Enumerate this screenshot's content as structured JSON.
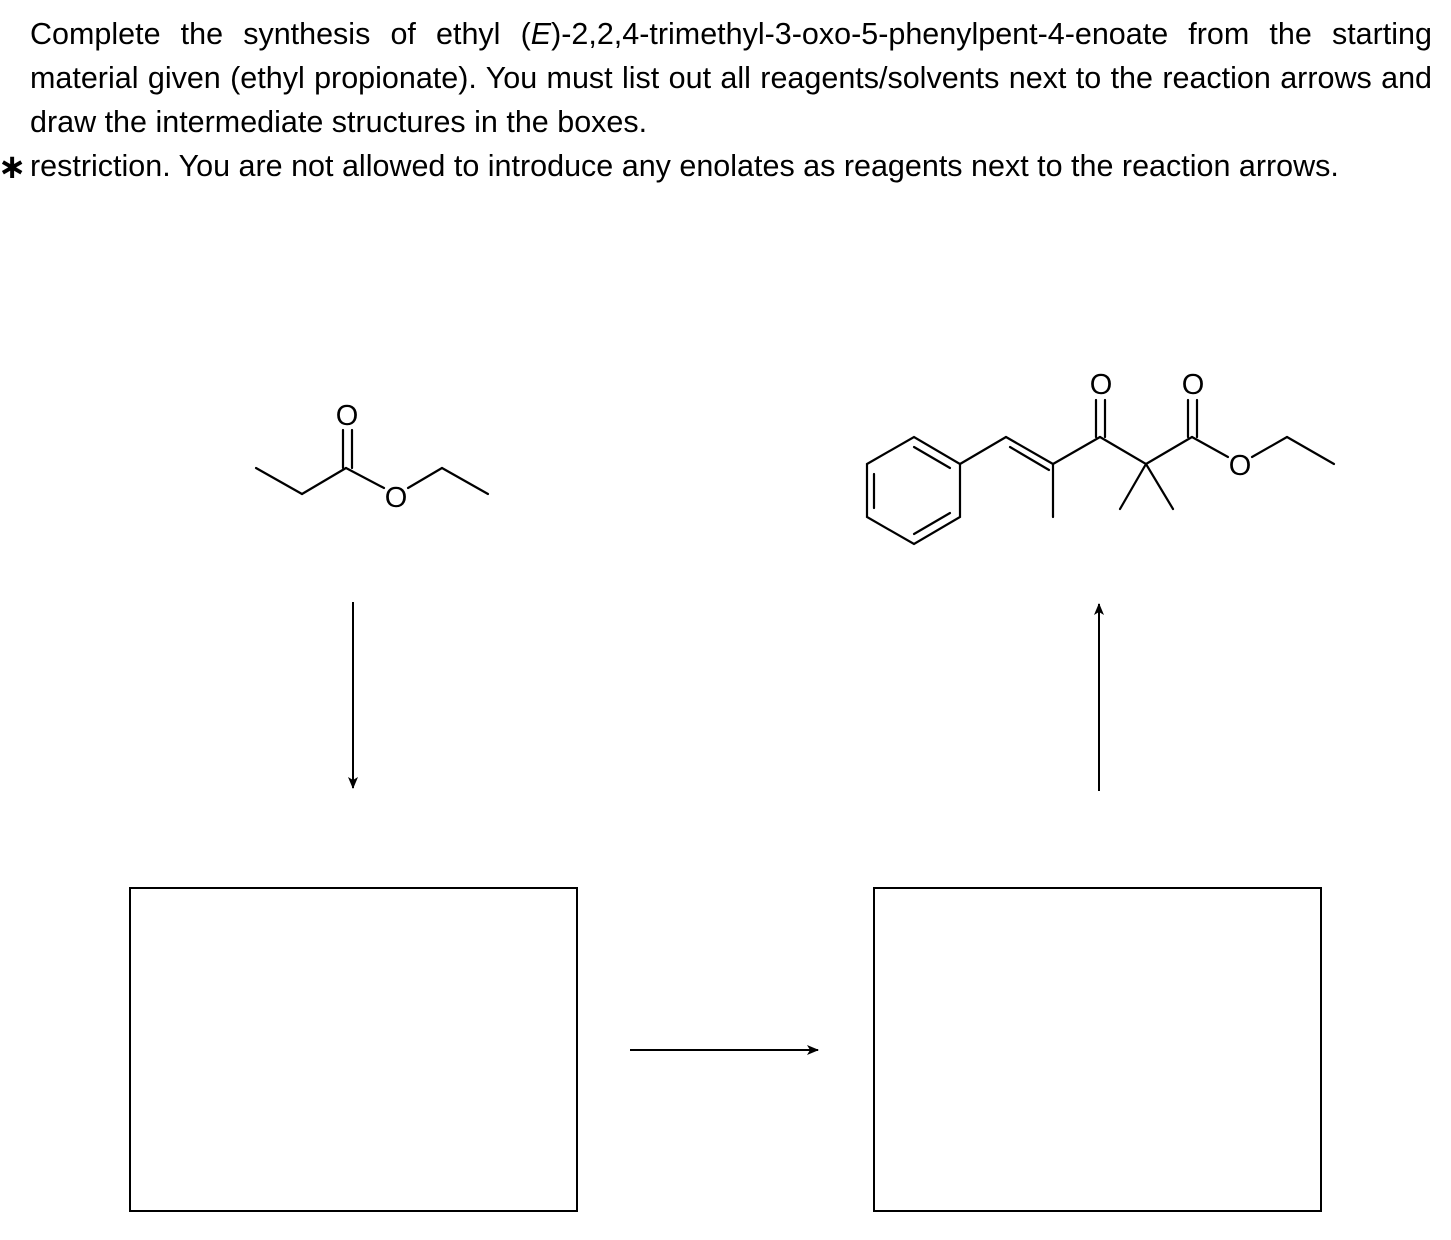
{
  "question": {
    "intro_pre": "Complete the synthesis of ethyl (",
    "intro_italic": "E",
    "intro_post": ")-2,2,4-trimethyl-3-oxo-5-phenylpent-4-enoate from the starting material given (ethyl propionate). You must list out all reagents/solvents next to the reaction arrows and draw the intermediate structures in the boxes.",
    "asterisk": "∗",
    "restriction": "restriction. You are not allowed to introduce any enolates as reagents next to the reaction arrows."
  },
  "structures": {
    "starting_material": {
      "oxygen_carbonyl": "O",
      "oxygen_ester": "O"
    },
    "target": {
      "oxygen_ketone": "O",
      "oxygen_carbonyl": "O",
      "oxygen_ester": "O"
    }
  },
  "boxes": {
    "intermediate_1": "",
    "intermediate_2": ""
  }
}
